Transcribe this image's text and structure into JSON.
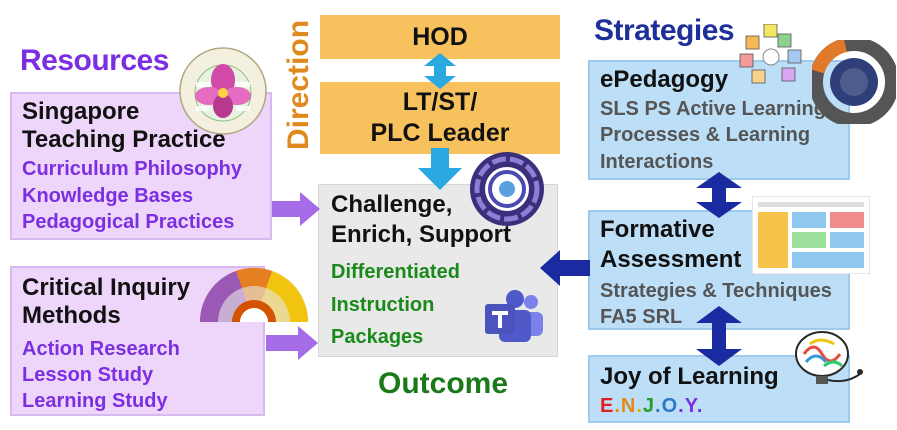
{
  "headings": {
    "resources": "Resources",
    "strategies": "Strategies",
    "direction": "Direction",
    "outcome": "Outcome"
  },
  "resources": {
    "stp": {
      "title": [
        "Singapore",
        "Teaching Practice"
      ],
      "items": [
        "Curriculum Philosophy",
        "Knowledge Bases",
        "Pedagogical Practices"
      ]
    },
    "cim": {
      "title": [
        "Critical Inquiry",
        "Methods"
      ],
      "items": [
        "Action Research",
        "Lesson Study",
        "Learning Study"
      ]
    }
  },
  "direction": {
    "hod": "HOD",
    "leader": [
      "LT/ST/",
      "PLC Leader"
    ]
  },
  "outcome_box": {
    "title": [
      "Challenge,",
      "Enrich, Support"
    ],
    "items": [
      "Differentiated",
      "Instruction",
      "Packages"
    ]
  },
  "strategies": {
    "epedagogy": {
      "title": "ePedagogy",
      "lines": [
        "SLS PS Active Learning",
        "Processes & Learning",
        "Interactions"
      ]
    },
    "formative": {
      "title": [
        "Formative",
        "Assessment"
      ],
      "lines": [
        "Strategies & Techniques",
        "FA5 SRL"
      ]
    },
    "joy": {
      "title": "Joy of Learning",
      "enjoy": [
        {
          "ch": "E",
          "color": "#e02020"
        },
        {
          "ch": ".",
          "color": "#e08a1e"
        },
        {
          "ch": "N",
          "color": "#e08a1e"
        },
        {
          "ch": ".",
          "color": "#d4b400"
        },
        {
          "ch": "J",
          "color": "#2a9a2a"
        },
        {
          "ch": ".",
          "color": "#2a7ac8"
        },
        {
          "ch": "O",
          "color": "#2a7ac8"
        },
        {
          "ch": ".",
          "color": "#7b2fe0"
        },
        {
          "ch": "Y",
          "color": "#7b2fe0"
        },
        {
          "ch": ".",
          "color": "#7b2fe0"
        }
      ]
    }
  },
  "colors": {
    "purple": "#7b2fe0",
    "navy": "#1f2f9a",
    "green": "#1a8a1a",
    "orange": "#e08a1e",
    "arrow_blue": "#2aa8e0",
    "arrow_navy": "#1a2aa0",
    "arrow_purple": "#a66ce8"
  }
}
